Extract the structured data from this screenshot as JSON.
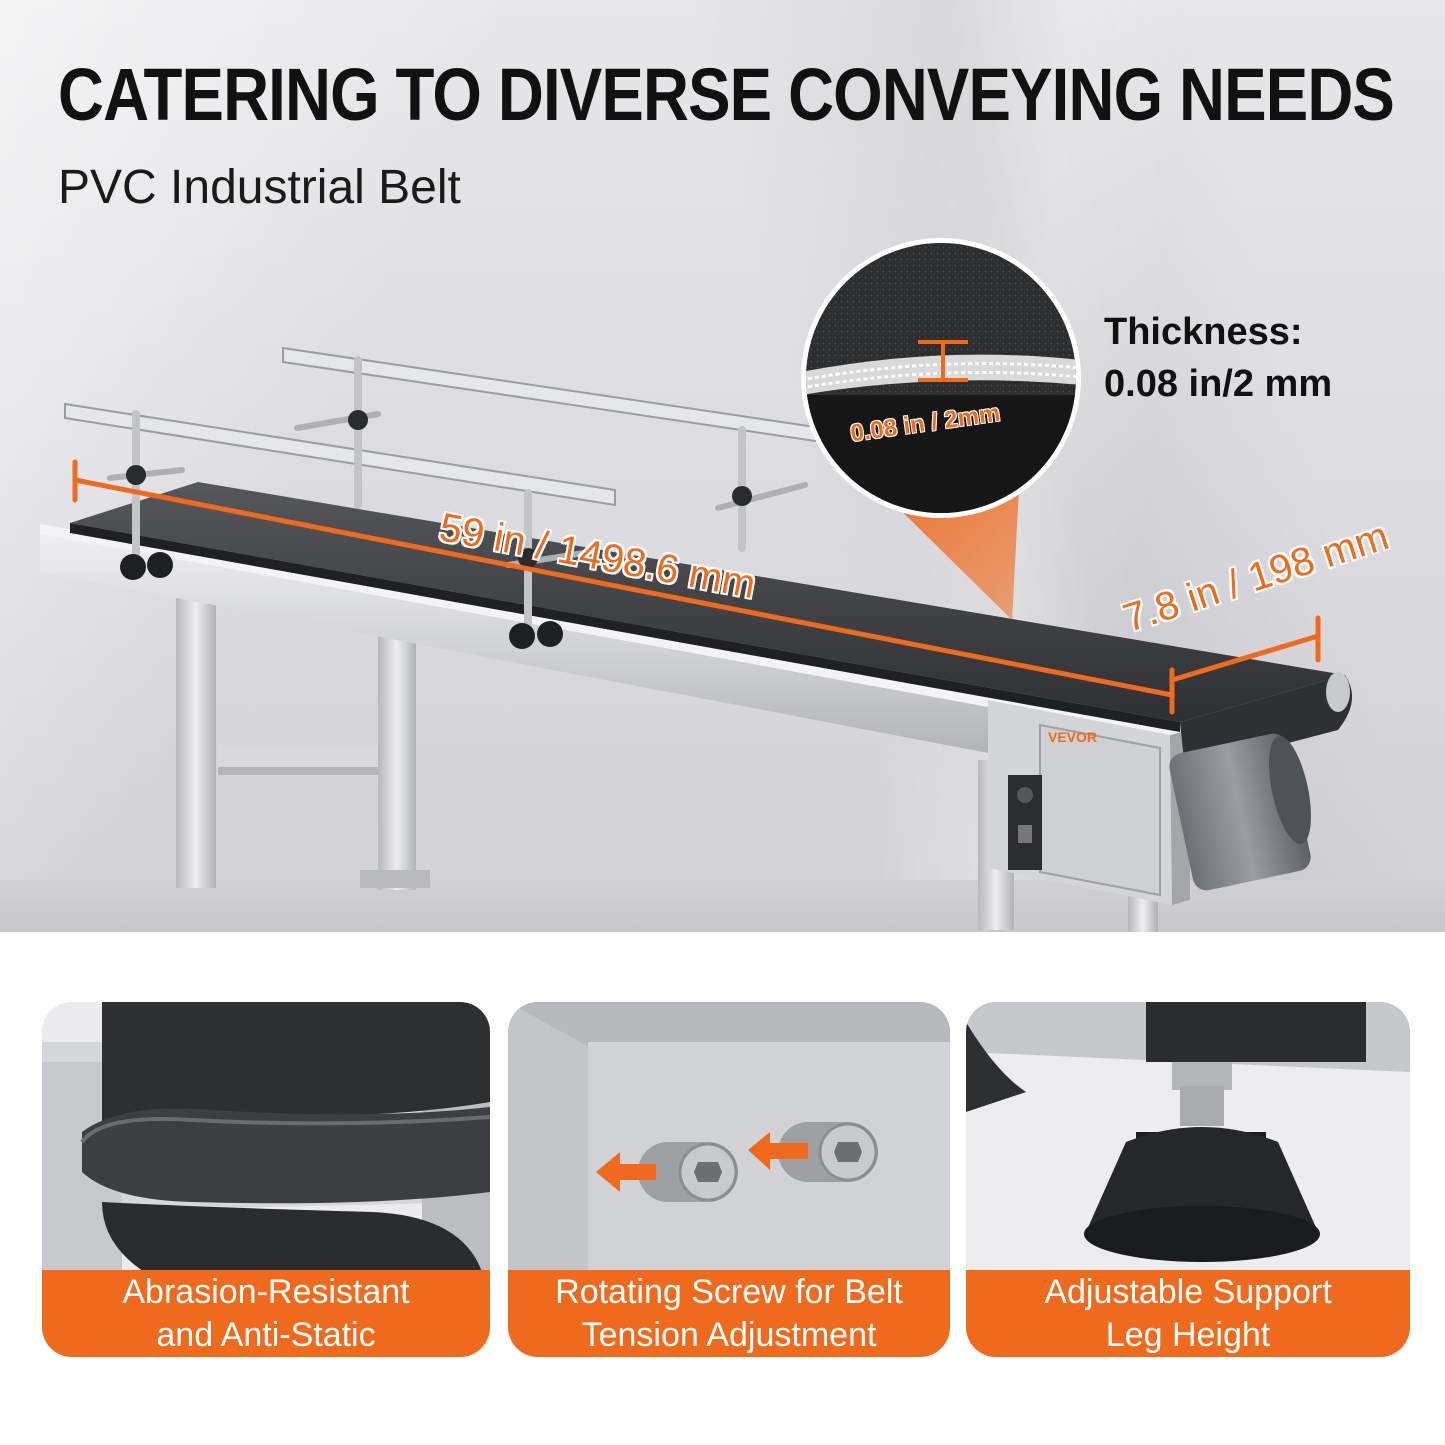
{
  "headline": "CATERING TO DIVERSE CONVEYING NEEDS",
  "subheadline": "PVC Industrial Belt",
  "dimensions": {
    "length": "59 in / 1498.6 mm",
    "width": "7.8 in / 198 mm",
    "zoom_thickness": "0.08 in / 2mm"
  },
  "thickness": {
    "line1": "Thickness:",
    "line2": "0.08 in/2 mm"
  },
  "brand": "VEVOR",
  "features": [
    {
      "line1": "Abrasion-Resistant",
      "line2": "and Anti-Static",
      "image": "belt-curve-photo"
    },
    {
      "line1": "Rotating Screw for Belt",
      "line2": "Tension Adjustment",
      "image": "tension-screw-photo"
    },
    {
      "line1": "Adjustable Support",
      "line2": "Leg Height",
      "image": "leveling-foot-photo"
    }
  ],
  "colors": {
    "accent": "#f06a1e",
    "belt": "#3a3b3e",
    "frame": "#c9cacd",
    "text": "#111111"
  }
}
